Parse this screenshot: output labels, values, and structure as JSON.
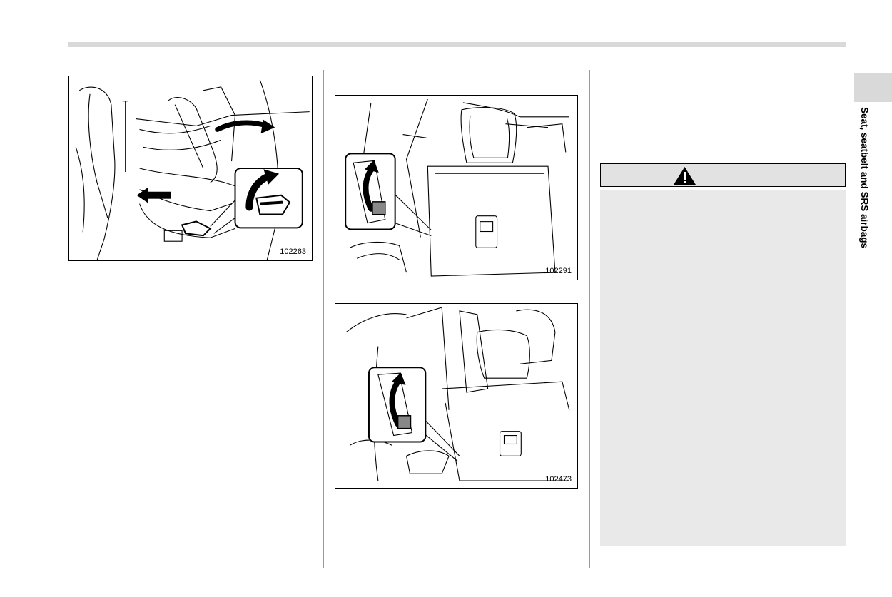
{
  "section_title": "Seat, seatbelt and SRS airbags",
  "figures": [
    {
      "id": "102263",
      "description": "Rear seat slide lever with arrows"
    },
    {
      "id": "102291",
      "description": "Seatback recline lever"
    },
    {
      "id": "102473",
      "description": "Seatback recline lever"
    }
  ],
  "warning": {
    "icon": "warning-triangle-icon"
  }
}
